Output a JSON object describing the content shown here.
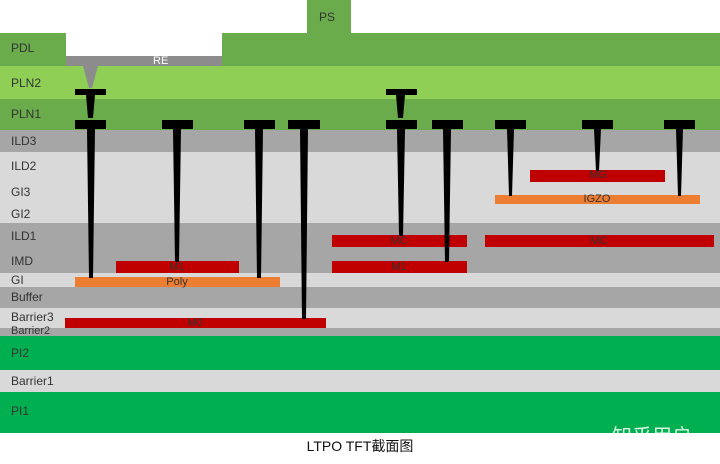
{
  "colors": {
    "pdl": "#6aab4c",
    "pln2": "#8fcf55",
    "pln1": "#6aab4c",
    "dark_gray": "#a6a6a6",
    "light_gray": "#d9d9d9",
    "metal": "#c00000",
    "semiconductor": "#ed7d31",
    "polyimide": "#00b050",
    "via": "#000000",
    "re": "#8c8c8c"
  },
  "layers": {
    "ps": "PS",
    "pdl": "PDL",
    "re": "RE",
    "pln2": "PLN2",
    "pln1": "PLN1",
    "ild3": "ILD3",
    "ild2": "ILD2",
    "gi3": "GI3",
    "gi2": "GI2",
    "ild1": "ILD1",
    "imd": "IMD",
    "gi": "GI",
    "buffer": "Buffer",
    "barrier3": "Barrier3",
    "barrier2": "Barrier2",
    "pi2": "PI2",
    "barrier1": "Barrier1",
    "pi1": "PI1"
  },
  "strips": {
    "mg": "MG",
    "igzo": "IGZO",
    "mc_center": "MC",
    "mc_right": "MC",
    "m1_left": "M1",
    "m1_center": "M1",
    "poly": "Poly",
    "m0": "M0"
  },
  "caption": "LTPO TFT截面图",
  "watermark": "知乎用户"
}
